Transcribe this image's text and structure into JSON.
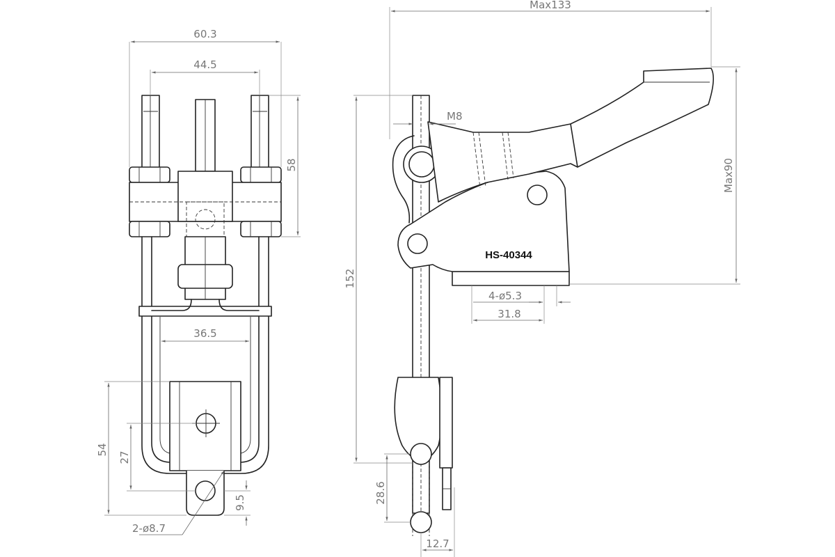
{
  "model_label": "HS-40344",
  "front_view": {
    "overall_width": "60.3",
    "stud_spacing": "44.5",
    "stud_height": "58",
    "loop_inner_width": "36.5",
    "overall_lower_height": "54",
    "hole_spacing": "27",
    "tab_offset": "9.5",
    "hole_note": "2-ø8.7"
  },
  "side_view": {
    "max_length": "Max133",
    "max_height": "Max90",
    "overall_height": "152",
    "thread": "M8",
    "mount_holes": "4-ø5.3",
    "mount_spacing": "31.8",
    "lower_offset": "28.6",
    "rod_width": "12.7"
  }
}
